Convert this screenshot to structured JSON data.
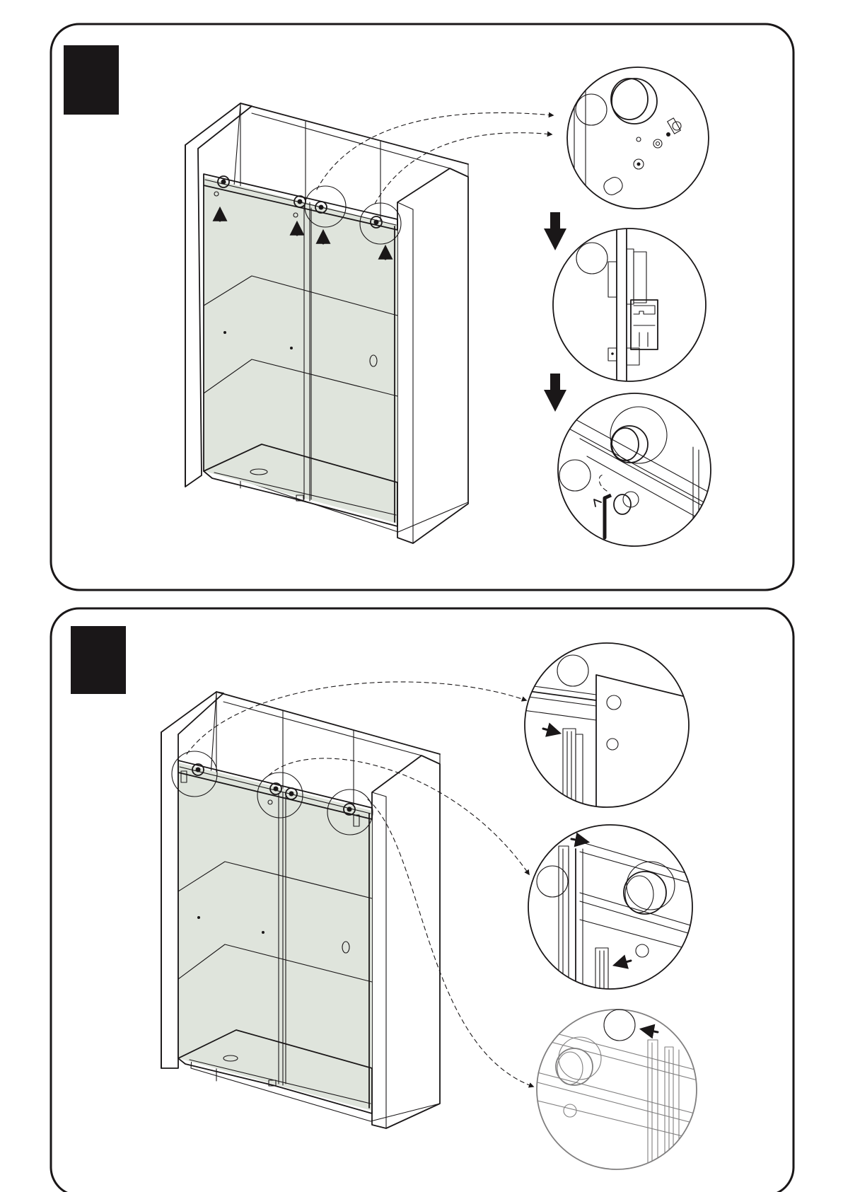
{
  "colors": {
    "ink": "#1a1718",
    "glass": "#dfe4dc",
    "background": "#ffffff"
  },
  "panels": [
    {
      "id": "step-panel-1",
      "step_badge": "",
      "details": [
        {
          "id": "detail-1a",
          "label": "",
          "content": "roller-and-fasteners"
        },
        {
          "id": "detail-1b",
          "label": "",
          "content": "track-section"
        },
        {
          "id": "detail-1c",
          "label": "",
          "content": "roller-tighten-with-hex-key"
        }
      ],
      "arrows": [
        "down-arrow-icon",
        "down-arrow-icon"
      ]
    },
    {
      "id": "step-panel-2",
      "step_badge": "",
      "details": [
        {
          "id": "detail-2a",
          "label": "",
          "content": "end-stopper-insert"
        },
        {
          "id": "detail-2b",
          "label": "",
          "content": "stopper-slide-in"
        },
        {
          "id": "detail-2c",
          "label": "",
          "content": "stopper-slide-in-right"
        }
      ]
    }
  ]
}
